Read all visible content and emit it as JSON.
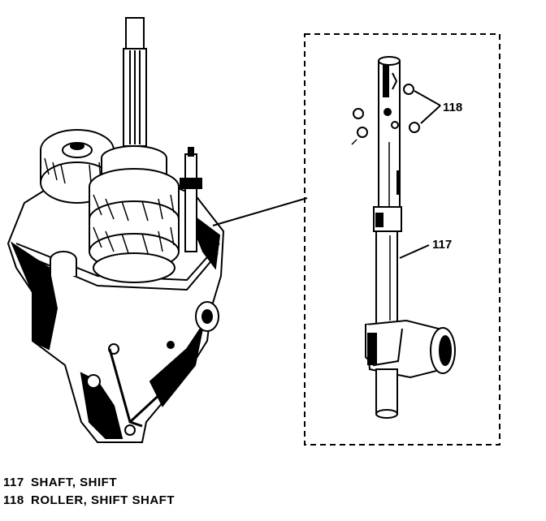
{
  "callouts": {
    "roller": "118",
    "shaft": "117"
  },
  "legend": [
    {
      "number": "117",
      "description": "SHAFT, SHIFT"
    },
    {
      "number": "118",
      "description": "ROLLER, SHIFT SHAFT"
    }
  ],
  "colors": {
    "ink": "#000000",
    "paper": "#ffffff"
  }
}
